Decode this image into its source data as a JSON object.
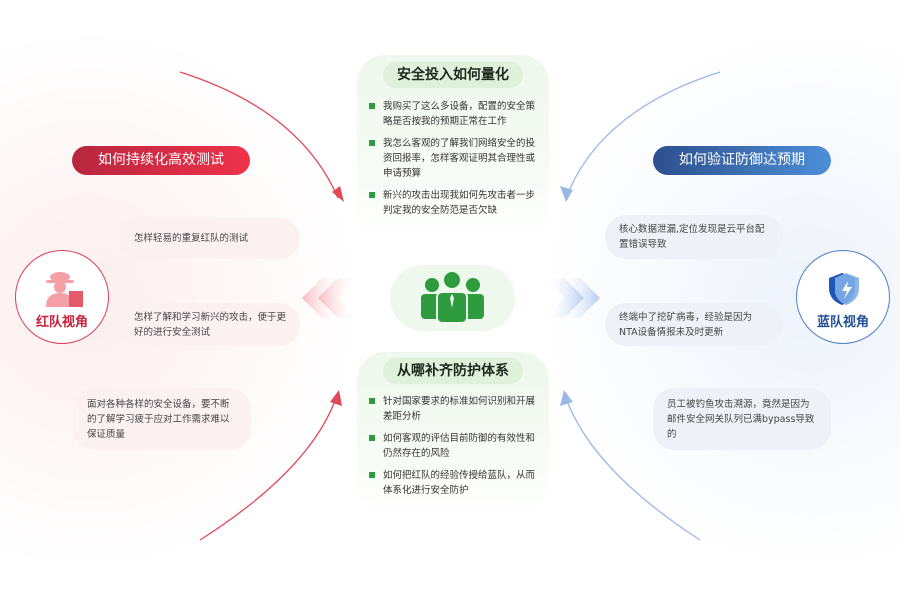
{
  "top_card": {
    "title": "安全投入如何量化",
    "items": [
      "我购买了这么多设备，配置的安全策略是否按我的预期正常在工作",
      "我怎么客观的了解我们网络安全的投资回报率，怎样客观证明其合理性或申请预算",
      "新兴的攻击出现我如何先攻击者一步判定我的安全防范是否欠缺"
    ]
  },
  "bottom_card": {
    "title": "从哪补齐防护体系",
    "items": [
      "针对国家要求的标准如何识别和开展差距分析",
      "如何客观的评估目前防御的有效性和仍然存在的风险",
      "如何把红队的经验传授给蓝队，从而体系化进行安全防护"
    ]
  },
  "red_side": {
    "title": "如何持续化高效测试",
    "badge": "红队视角",
    "items": [
      "怎样轻易的重复红队的测试",
      "怎样了解和学习新兴的攻击，便于更好的进行安全测试",
      "面对各种各样的安全设备，要不断的了解学习疲于应对工作需求难以保证质量"
    ],
    "color": "#d2203a"
  },
  "blue_side": {
    "title": "如何验证防御达预期",
    "badge": "蓝队视角",
    "items": [
      "核心数据泄漏,定位发现是云平台配置错误导致",
      "终端中了挖矿病毒，经验是因为NTA设备情报未及时更新",
      "员工被钓鱼攻击溯源，竟然是因为邮件安全网关队列已满bypass导致的"
    ],
    "color": "#2f5fa8"
  },
  "center": {
    "icon": "team-people-icon",
    "color": "#2e9b3e"
  }
}
